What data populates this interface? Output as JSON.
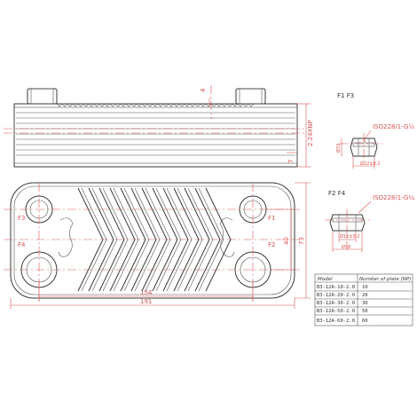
{
  "side_view": {
    "dim_top": "4",
    "dim_side": "2.24XNP",
    "dim_right_small": "7"
  },
  "front_view": {
    "ports": {
      "f1": "F1",
      "f2": "F2",
      "f3": "F3",
      "f4": "F4"
    },
    "dim_inner_width": "154",
    "dim_outer_width": "191",
    "dim_inner_height": "40",
    "dim_outer_height": "73"
  },
  "detail_f1_f3": {
    "title": "F1 F3",
    "thread_label": "ISO228/1-G½",
    "dim_inner": "Ø22±0.2",
    "dim_outer": "Ø33"
  },
  "detail_f2_f4": {
    "title": "F2 F4",
    "thread_label": "ISO228/1-G¼",
    "dim_inner": "Ø16±0.2",
    "dim_outer": "Ø38"
  },
  "model_table": {
    "headers": [
      "Model",
      "Number of plate (NP)"
    ],
    "rows": [
      [
        "B3-12A-10-2.0",
        "10"
      ],
      [
        "B3-12A-20-2.0",
        "20"
      ],
      [
        "B3-12A-30-2.0",
        "30"
      ],
      [
        "B3-12A-50-2.0",
        "50"
      ],
      [
        "B3-12A-60-2.0",
        "60"
      ]
    ]
  }
}
